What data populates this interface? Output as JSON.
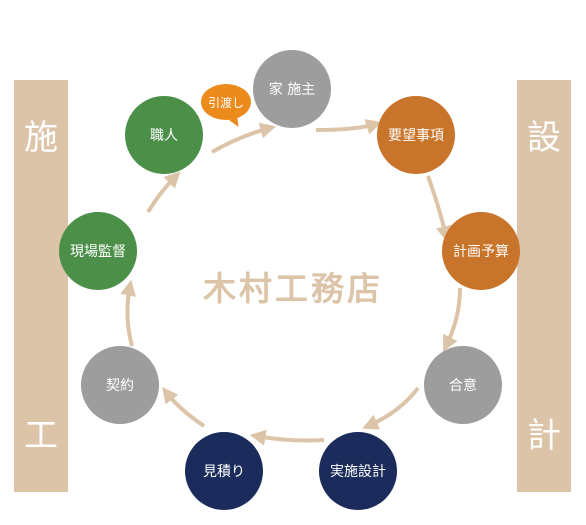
{
  "side_left": {
    "top_char": "施",
    "bottom_char": "工"
  },
  "side_right": {
    "top_char": "設",
    "bottom_char": "計"
  },
  "center_logo": "木村工務店",
  "bubble": "引渡し",
  "nodes": {
    "client": "家 施主",
    "requirements": "要望事項",
    "plan_budget": "計画予算",
    "agreement": "合意",
    "detailed_design": "実施設計",
    "estimate": "見積り",
    "contract": "契約",
    "site_supervision": "現場監督",
    "craftsmen": "職人"
  },
  "colors": {
    "gray": "#9d9d9d",
    "orange": "#c8742a",
    "green": "#4b8f48",
    "navy": "#1b2c5c",
    "tan": "#dcc4a8",
    "bubble": "#ec8a1b"
  }
}
